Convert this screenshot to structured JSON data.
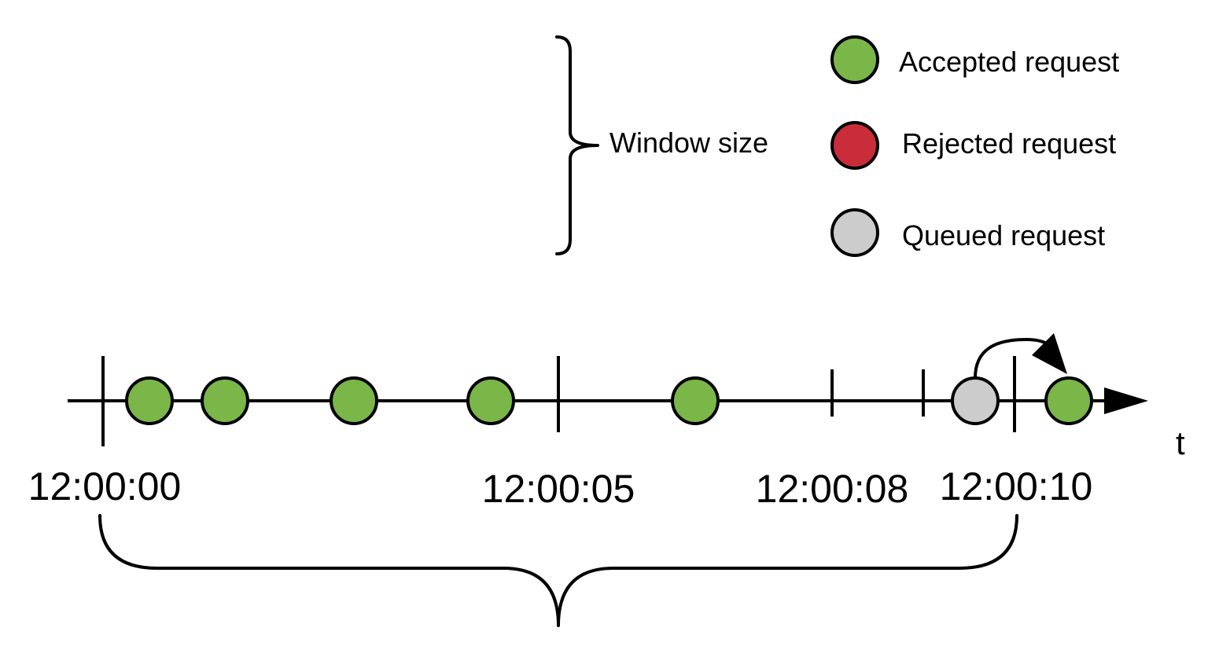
{
  "colors": {
    "accepted": "#7ab648",
    "rejected": "#c92d39",
    "queued": "#cccccc",
    "stroke": "#000000"
  },
  "legend": {
    "accepted_label": "Accepted request",
    "rejected_label": "Rejected request",
    "queued_label": "Queued request"
  },
  "window_label": "Window size",
  "axis": {
    "label": "t",
    "ticks": {
      "t0": "12:00:00",
      "t5": "12:00:05",
      "t8": "12:00:08",
      "t10": "12:00:10"
    }
  },
  "requests": [
    {
      "status": "accepted"
    },
    {
      "status": "accepted"
    },
    {
      "status": "accepted"
    },
    {
      "status": "accepted"
    },
    {
      "status": "accepted"
    },
    {
      "status": "queued"
    },
    {
      "status": "accepted"
    }
  ]
}
